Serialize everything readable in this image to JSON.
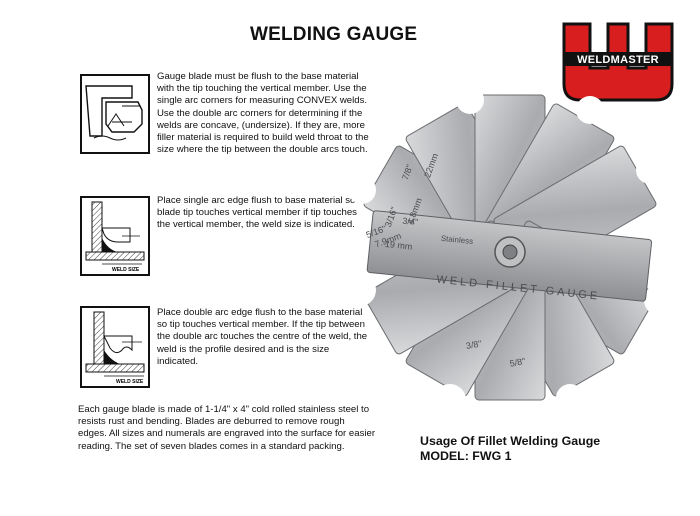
{
  "header": {
    "title": "WELDING GAUGE"
  },
  "logo": {
    "text": "WELDMASTER"
  },
  "instructions": [
    "Gauge blade must be flush to the base material with the tip touching the vertical member. Use the single arc corners for measuring CONVEX welds. Use the double arc corners for determining if the welds are concave, (undersize). If they are, more filler material is required to build weld throat to the size where the tip between the double arcs touch.",
    "Place single arc edge flush to base material so blade tip touches vertical member if tip touches the vertical member, the weld size is indicated.",
    "Place double arc edge flush to the base material so tip touches vertical member. If the tip between the double arc touches the centre of the weld, the weld is the profile desired and is the size indicated.",
    "Each gauge blade is made of 1-1/4\" x 4\" cold rolled stainless steel to resists rust and bending. Blades are deburred to remove rough edges. All sizes and numerals are engraved into the surface for easier reading. The set of seven blades comes in a standard packing."
  ],
  "diagram_labels": {
    "weld_size": "WELD SIZE"
  },
  "caption": {
    "line1": "Usage Of Fillet Welding Gauge",
    "line2": "MODEL: FWG 1"
  },
  "photo": {
    "engraving_main": "WELD FILLET GAUGE",
    "engraving_material": "Stainless",
    "sizes": [
      "3/16\"",
      "4.8mm",
      "7/8\"",
      "22mm",
      "5/16\"",
      "7.9mm",
      "19 mm",
      "3/4\"",
      "3/4\"",
      "19 mm",
      "3/8\"",
      "5/8\""
    ]
  }
}
